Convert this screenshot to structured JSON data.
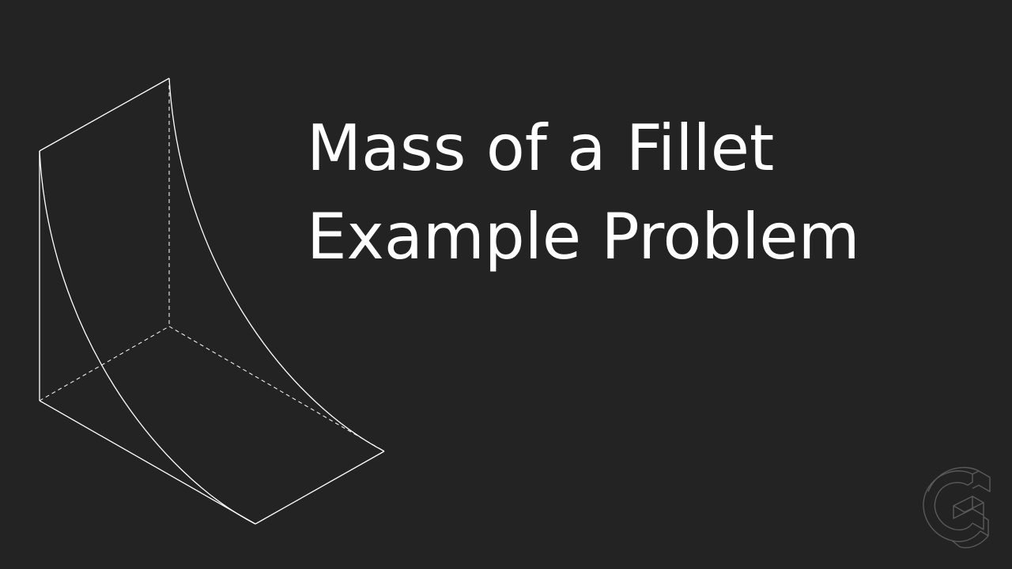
{
  "slide": {
    "title_line_1": "Mass of a Fillet",
    "title_line_2": "Example Problem"
  },
  "colors": {
    "background": "#232323",
    "line": "#ffffff",
    "logo_stroke": "#5a5a5a"
  },
  "icons": {
    "logo": "isometric-g-logo"
  }
}
